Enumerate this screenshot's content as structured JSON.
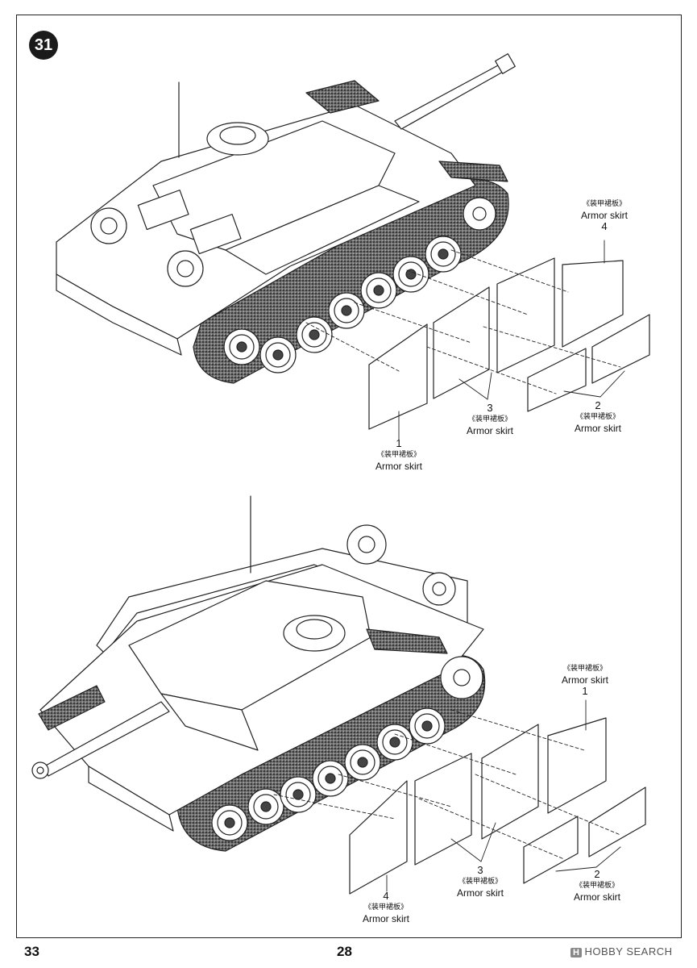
{
  "step": {
    "number": "31"
  },
  "labels": {
    "top": [
      {
        "num": "4",
        "cn": "《装甲裙板》",
        "en": "Armor skirt"
      },
      {
        "num": "3",
        "cn": "《装甲裙板》",
        "en": "Armor skirt"
      },
      {
        "num": "2",
        "cn": "《装甲裙板》",
        "en": "Armor skirt"
      },
      {
        "num": "1",
        "cn": "《装甲裙板》",
        "en": "Armor skirt"
      }
    ],
    "bottom": [
      {
        "num": "1",
        "cn": "《装甲裙板》",
        "en": "Armor skirt"
      },
      {
        "num": "3",
        "cn": "《装甲裙板》",
        "en": "Armor skirt"
      },
      {
        "num": "2",
        "cn": "《装甲裙板》",
        "en": "Armor skirt"
      },
      {
        "num": "4",
        "cn": "《装甲裙板》",
        "en": "Armor skirt"
      }
    ]
  },
  "footer": {
    "page_left": "33",
    "page_center": "28"
  },
  "watermark": {
    "logo": "H",
    "text": "HOBBY SEARCH"
  }
}
